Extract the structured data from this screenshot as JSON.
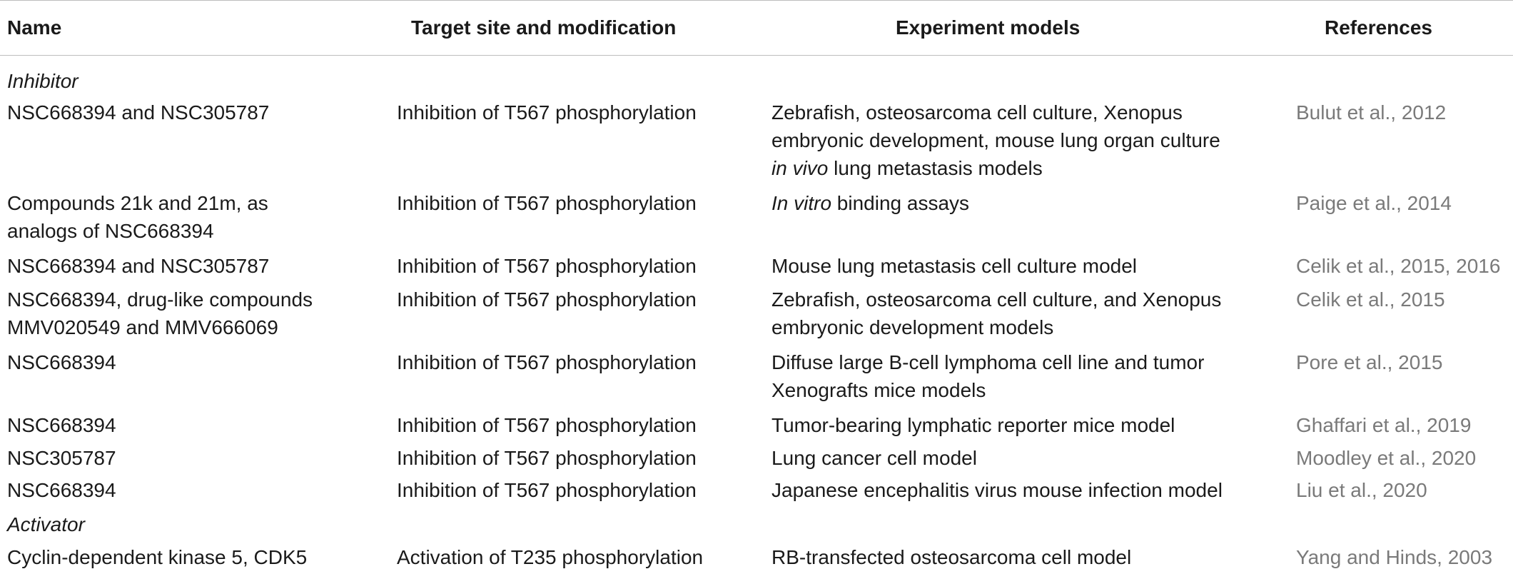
{
  "headers": {
    "name": "Name",
    "target": "Target site and modification",
    "models": "Experiment models",
    "refs": "References"
  },
  "sections": {
    "inhibitor": "Inhibitor",
    "activator": "Activator"
  },
  "rows": [
    {
      "name_lines": [
        "NSC668394 and NSC305787"
      ],
      "target": "Inhibition of T567 phosphorylation",
      "models_lines": [
        "Zebrafish, osteosarcoma cell culture, Xenopus",
        "embryonic development, mouse lung organ culture"
      ],
      "models_last_italic": "in vivo",
      "models_last_rest": " lung metastasis models",
      "ref": "Bulut et al., 2012"
    },
    {
      "name_lines": [
        "Compounds 21k and 21m, as",
        "analogs of NSC668394"
      ],
      "target": "Inhibition of T567 phosphorylation",
      "models_italic": "In vitro",
      "models_rest": " binding assays",
      "ref": "Paige et al., 2014"
    },
    {
      "name_lines": [
        "NSC668394 and NSC305787"
      ],
      "target": "Inhibition of T567 phosphorylation",
      "models_lines": [
        "Mouse lung metastasis cell culture model"
      ],
      "ref": "Celik et al., 2015, 2016"
    },
    {
      "name_lines": [
        "NSC668394, drug-like compounds",
        "MMV020549 and MMV666069"
      ],
      "target": "Inhibition of T567 phosphorylation",
      "models_lines": [
        "Zebrafish, osteosarcoma cell culture, and Xenopus",
        "embryonic development models"
      ],
      "ref": "Celik et al., 2015"
    },
    {
      "name_lines": [
        "NSC668394"
      ],
      "target": "Inhibition of T567 phosphorylation",
      "models_lines": [
        "Diffuse large B-cell lymphoma cell line and tumor",
        "Xenografts mice models"
      ],
      "ref": "Pore et al., 2015"
    },
    {
      "name_lines": [
        "NSC668394"
      ],
      "target": "Inhibition of T567 phosphorylation",
      "models_lines": [
        "Tumor-bearing lymphatic reporter mice model"
      ],
      "ref": "Ghaffari et al., 2019"
    },
    {
      "name_lines": [
        "NSC305787"
      ],
      "target": "Inhibition of T567 phosphorylation",
      "models_lines": [
        "Lung cancer cell model"
      ],
      "ref": "Moodley et al., 2020"
    },
    {
      "name_lines": [
        "NSC668394"
      ],
      "target": "Inhibition of T567 phosphorylation",
      "models_lines": [
        "Japanese encephalitis virus mouse infection model"
      ],
      "ref": "Liu et al., 2020"
    },
    {
      "name_lines": [
        "Cyclin-dependent kinase 5, CDK5"
      ],
      "target": "Activation of T235 phosphorylation",
      "models_lines": [
        "RB-transfected osteosarcoma cell model"
      ],
      "ref": "Yang and Hinds, 2003"
    }
  ]
}
